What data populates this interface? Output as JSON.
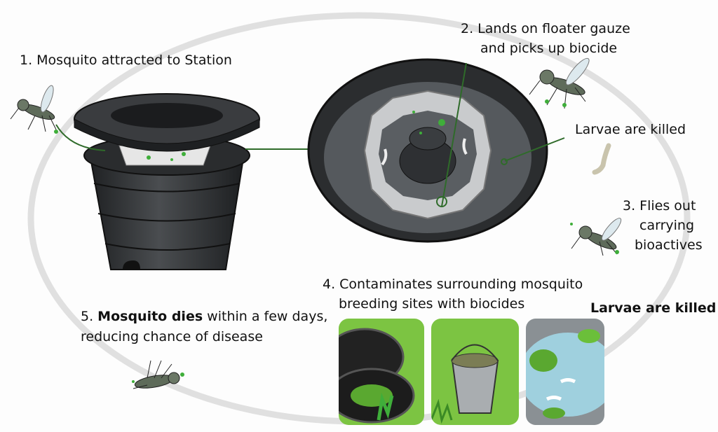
{
  "steps": {
    "step1": "1. Mosquito attracted to Station",
    "step2_line1": "2. Lands on floater gauze",
    "step2_line2": "and picks up biocide",
    "larvae_killed_station": "Larvae are killed",
    "step3_line1": "3. Flies out",
    "step3_line2": "carrying",
    "step3_line3": "bioactives",
    "step4_line1": "4. Contaminates surrounding mosquito",
    "step4_line2": "breeding sites with biocides",
    "larvae_killed_sites": "Larvae are killed",
    "step5_prefix": "5. ",
    "step5_bold": "Mosquito dies",
    "step5_rest": " within a few days,",
    "step5_line2": "reducing chance of disease"
  },
  "colors": {
    "biocide_green": "#3fae3a",
    "pointer_line": "#2f6b2a",
    "cycle_arc": "#dcdcdc",
    "station_black": "#2b2d2f"
  },
  "breeding_sites": [
    "tyres",
    "bucket",
    "pond"
  ]
}
